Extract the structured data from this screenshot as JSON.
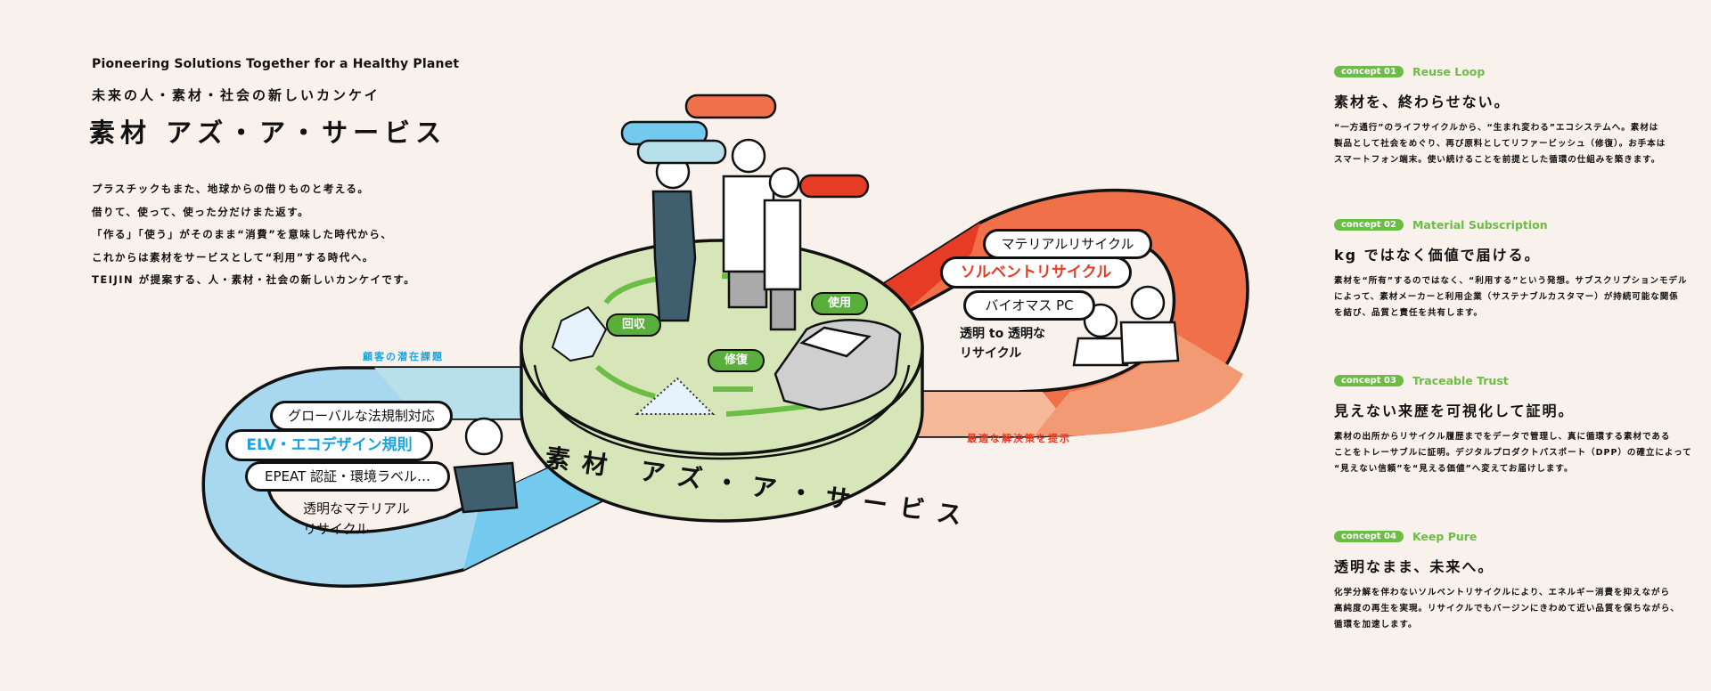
{
  "header": {
    "tagline": "Pioneering Solutions Together for a Healthy Planet",
    "subtitle": "未来の人・素材・社会の新しいカンケイ",
    "title": "素材 アズ・ア・サービス"
  },
  "intro": [
    "プラスチックもまた、地球からの借りものと考える。",
    "借りて、使って、使った分だけまた返す。",
    "「作る」「使う」がそのまま“消費”を意味した時代から、",
    "これからは素材をサービスとして“利用”する時代へ。",
    "TEIJIN が提案する、人・素材・社会の新しいカンケイです。"
  ],
  "diagram": {
    "left_caption": "顧客の潜在課題",
    "left_bubbles": [
      "グローバルな法規制対応",
      "ELV・エコデザイン規則",
      "EPEAT 認証・環境ラベル…"
    ],
    "left_note": [
      "透明なマテリアル",
      "リサイクル"
    ],
    "right_caption": "最適な解決策を提示",
    "right_bubbles": [
      "マテリアルリサイクル",
      "ソルベントリサイクル",
      "バイオマス PC"
    ],
    "right_note": [
      "透明 to 透明な",
      "リサイクル"
    ],
    "disk_label": "素材 アズ・ア・サービス",
    "steps": [
      "回収",
      "修復",
      "使用"
    ],
    "colors": {
      "blue": "#74c9ee",
      "red": "#e63b24",
      "orange": "#ef7049",
      "green": "#5aae3c",
      "disk": "#d6e6b8"
    }
  },
  "concepts": [
    {
      "badge": "concept 01",
      "title": "Reuse Loop",
      "heading": "素材を、終わらせない。",
      "body": [
        "“一方通行”のライフサイクルから、“生まれ変わる”エコシステムへ。素材は",
        "製品として社会をめぐり、再び原料としてリファービッシュ（修復）。お手本は",
        "スマートフォン端末。使い続けることを前提とした循環の仕組みを築きます。"
      ]
    },
    {
      "badge": "concept 02",
      "title": "Material Subscription",
      "heading": "kg ではなく価値で届ける。",
      "body": [
        "素材を“所有”するのではなく、“利用する”という発想。サブスクリプションモデル",
        "によって、素材メーカーと利用企業（サステナブルカスタマー）が持続可能な関係",
        "を結び、品質と責任を共有します。"
      ]
    },
    {
      "badge": "concept 03",
      "title": "Traceable Trust",
      "heading": "見えない来歴を可視化して証明。",
      "body": [
        "素材の出所からリサイクル履歴までをデータで管理し、真に循環する素材である",
        "ことをトレーサブルに証明。デジタルプロダクトパスポート（DPP）の確立によって",
        "“見えない信頼”を“見える価値”へ変えてお届けします。"
      ]
    },
    {
      "badge": "concept 04",
      "title": "Keep Pure",
      "heading": "透明なまま、未来へ。",
      "body": [
        "化学分解を伴わないソルベントリサイクルにより、エネルギー消費を抑えながら",
        "高純度の再生を実現。リサイクルでもバージンにきわめて近い品質を保ちながら、",
        "循環を加速します。"
      ]
    }
  ]
}
